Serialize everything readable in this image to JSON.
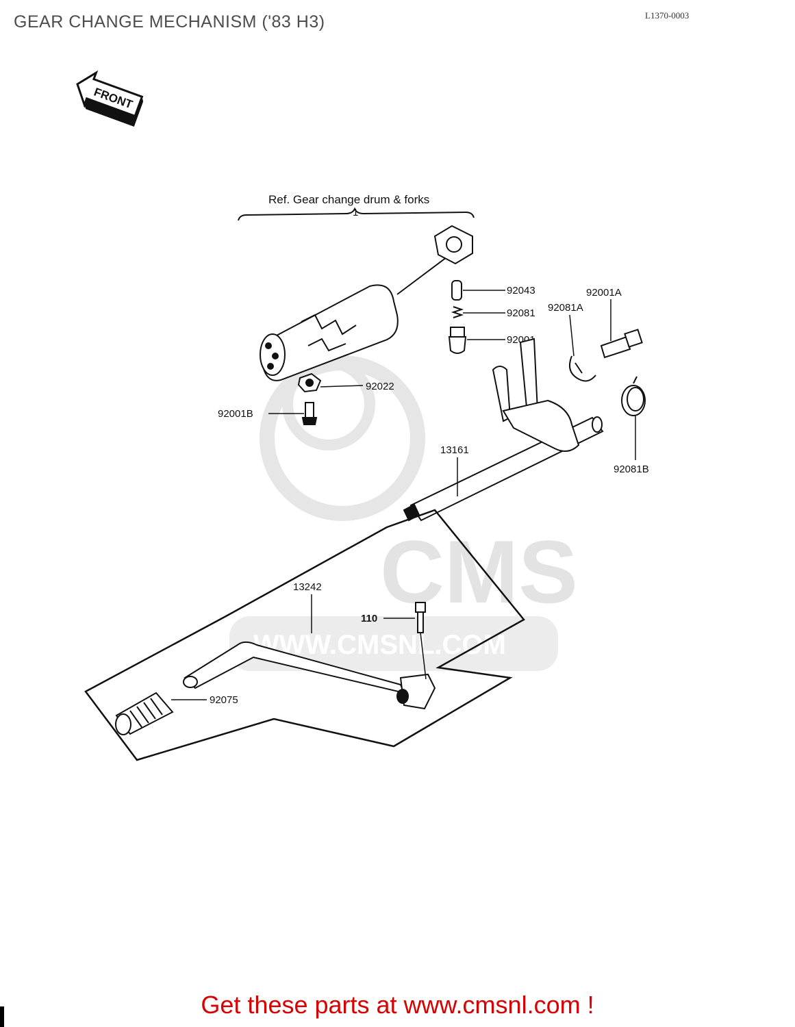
{
  "header": {
    "title": "GEAR CHANGE MECHANISM ('83 H3)",
    "diagram_code": "L1370-0003"
  },
  "diagram": {
    "front_arrow_label": "FRONT",
    "reference_note": "Ref. Gear change drum & forks",
    "reference_number": "1",
    "parts": [
      {
        "id": "p-92043",
        "label": "92043"
      },
      {
        "id": "p-92081",
        "label": "92081"
      },
      {
        "id": "p-92001",
        "label": "92001"
      },
      {
        "id": "p-92081A",
        "label": "92081A"
      },
      {
        "id": "p-92001A",
        "label": "92001A"
      },
      {
        "id": "p-92022",
        "label": "92022"
      },
      {
        "id": "p-92001B",
        "label": "92001B"
      },
      {
        "id": "p-13161",
        "label": "13161"
      },
      {
        "id": "p-92081B",
        "label": "92081B"
      },
      {
        "id": "p-13242",
        "label": "13242"
      },
      {
        "id": "p-110",
        "label": "110"
      },
      {
        "id": "p-92075",
        "label": "92075"
      }
    ],
    "watermark": {
      "brand": "CMS",
      "url": "WWW.CMSNL.COM"
    }
  },
  "footer": {
    "cta": "Get these parts at www.cmsnl.com !"
  },
  "colors": {
    "title": "#4d4d4d",
    "cta": "#d80000",
    "watermark": "#e3e3e3",
    "line": "#111111"
  }
}
